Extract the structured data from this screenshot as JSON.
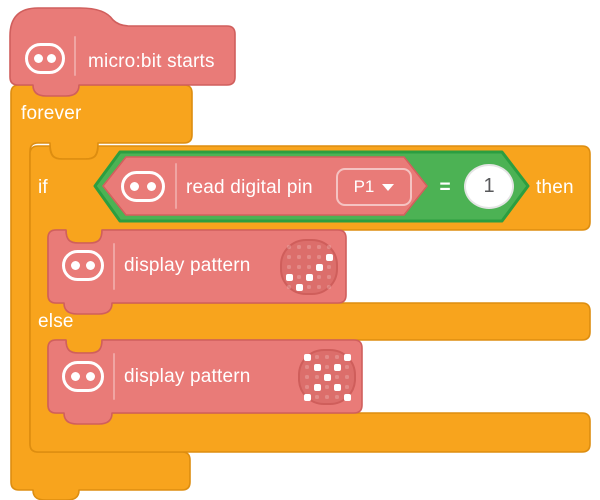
{
  "colors": {
    "block_red": "#E97B78",
    "block_red_border": "#D05F5D",
    "block_orange": "#F8A41D",
    "block_orange_border": "#DD8D10",
    "operator_green": "#4CB254",
    "operator_green_border": "#2C9E40",
    "led_icon_bg": "#DC6E6B",
    "value_text": "#58595B",
    "background": "#FFFFFF"
  },
  "blocks": {
    "start": {
      "label": "micro:bit starts"
    },
    "forever": {
      "label": "forever"
    },
    "conditional": {
      "if_label": "if",
      "then_label": "then",
      "else_label": "else"
    },
    "condition": {
      "label": "read digital pin",
      "pin": "P1",
      "operator": "=",
      "value": "1"
    },
    "display1": {
      "label": "display pattern",
      "pattern_name": "check",
      "pattern": [
        "00000",
        "00001",
        "00010",
        "10100",
        "01000"
      ]
    },
    "display2": {
      "label": "display pattern",
      "pattern_name": "x",
      "pattern": [
        "10001",
        "01010",
        "00100",
        "01010",
        "10001"
      ]
    }
  }
}
